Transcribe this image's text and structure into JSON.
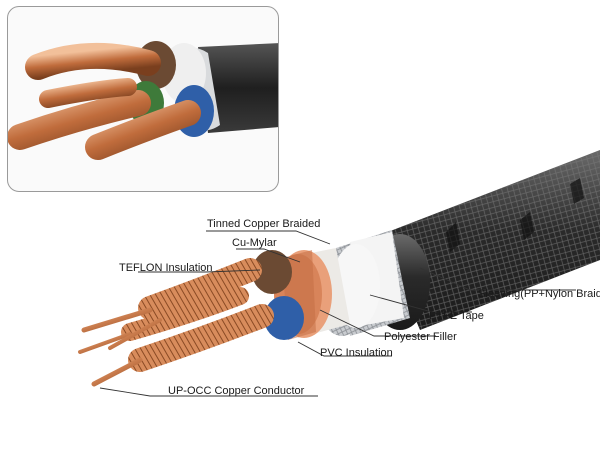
{
  "diagram": {
    "labels": {
      "tinned_copper_braided": "Tinned Copper Braided",
      "cu_mylar": "Cu-Mylar",
      "teflon_insulation": "TEFLON Insulation",
      "sleeving": "Sleeving(PP+Nylon Braid)",
      "ptfe_tape": "PTFE Tape",
      "polyester_filler": "Polyester Filler",
      "pvc_insulation": "PVC Insulation",
      "conductor": "UP-OCC Copper Conductor"
    },
    "colors": {
      "sleeve": "#2b2b2b",
      "copper": "#c7794a",
      "braid": "#c9ccd0",
      "ptfe": "#f4f4f4",
      "insulation_brown": "#6b4a33",
      "insulation_blue": "#2f5fa8",
      "insulation_green": "#3e7a3a",
      "label_line": "#333333"
    }
  }
}
